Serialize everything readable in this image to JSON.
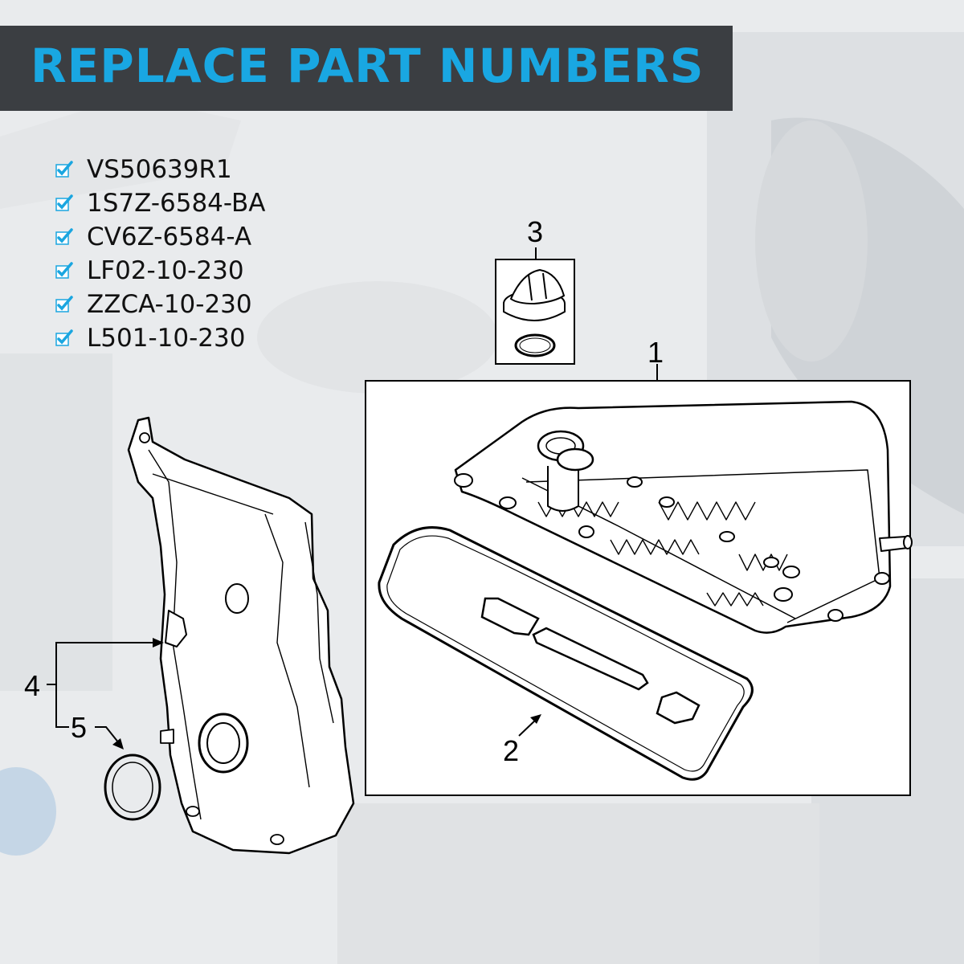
{
  "banner": {
    "title": "REPLACE PART NUMBERS"
  },
  "part_numbers": [
    "VS50639R1",
    "1S7Z-6584-BA",
    "CV6Z-6584-A",
    "LF02-10-230",
    "ZZCA-10-230",
    "L501-10-230"
  ],
  "callouts": {
    "valve_cover": "1",
    "gasket": "2",
    "oil_cap": "3",
    "timing_cover": "4",
    "crank_seal": "5"
  },
  "colors": {
    "banner_bg": "#3b3e42",
    "banner_text": "#19a7e2",
    "check": "#1aa6e0"
  }
}
